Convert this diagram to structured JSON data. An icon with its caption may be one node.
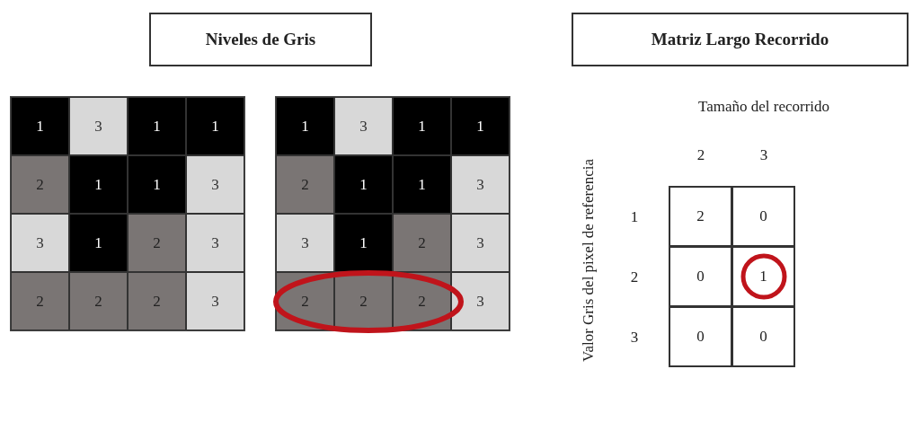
{
  "diagram": {
    "nodes": [
      {
        "text": [
          "Niveles de Gris"
        ]
      },
      {
        "text": [
          "Matriz Largo Recorrido"
        ]
      }
    ],
    "edges": [],
    "labels": [
      "1",
      "3",
      "1",
      "1",
      "2",
      "1",
      "1",
      "3",
      "3",
      "1",
      "2",
      "3",
      "2",
      "2",
      "2",
      "3",
      "1",
      "3",
      "1",
      "1",
      "2",
      "1",
      "1",
      "3",
      "3",
      "1",
      "2",
      "3",
      "2",
      "2",
      "2",
      "3",
      "Valor Gris del pixel de referencia",
      "Tamaño del recorrido",
      "2",
      "3",
      "1",
      "2",
      "0",
      "2",
      "0",
      "1",
      "3",
      "0",
      "0"
    ]
  }
}
